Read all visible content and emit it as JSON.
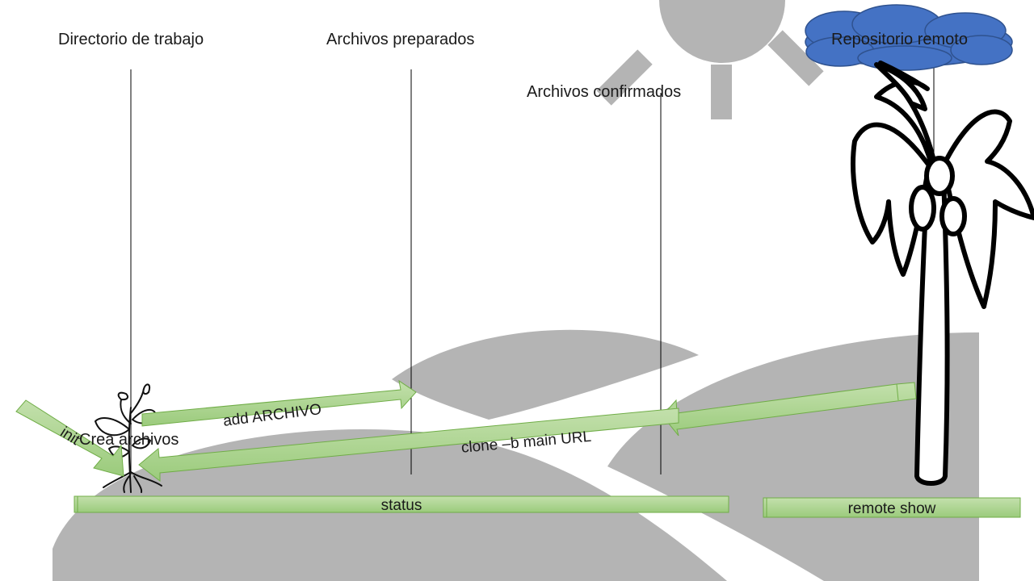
{
  "columns": {
    "working": "Directorio de trabajo",
    "staged": "Archivos preparados",
    "committed": "Archivos confirmados",
    "remote": "Repositorio remoto"
  },
  "labels": {
    "create_files": "Crea archivos"
  },
  "commands": {
    "init": "init",
    "add": "add ARCHIVO",
    "clone": "clone –b main URL",
    "status": "status",
    "remote_show": "remote show"
  },
  "colors": {
    "arrow_fill": "#a9d18e",
    "arrow_stroke": "#70ad47",
    "hills": "#b4b4b4",
    "sun": "#b4b4b4",
    "cloud_fill": "#4472c4",
    "cloud_stroke": "#2f528f"
  },
  "icons": [
    "sun-icon",
    "cloud-icon",
    "palm-tree-icon",
    "seedling-icon"
  ]
}
